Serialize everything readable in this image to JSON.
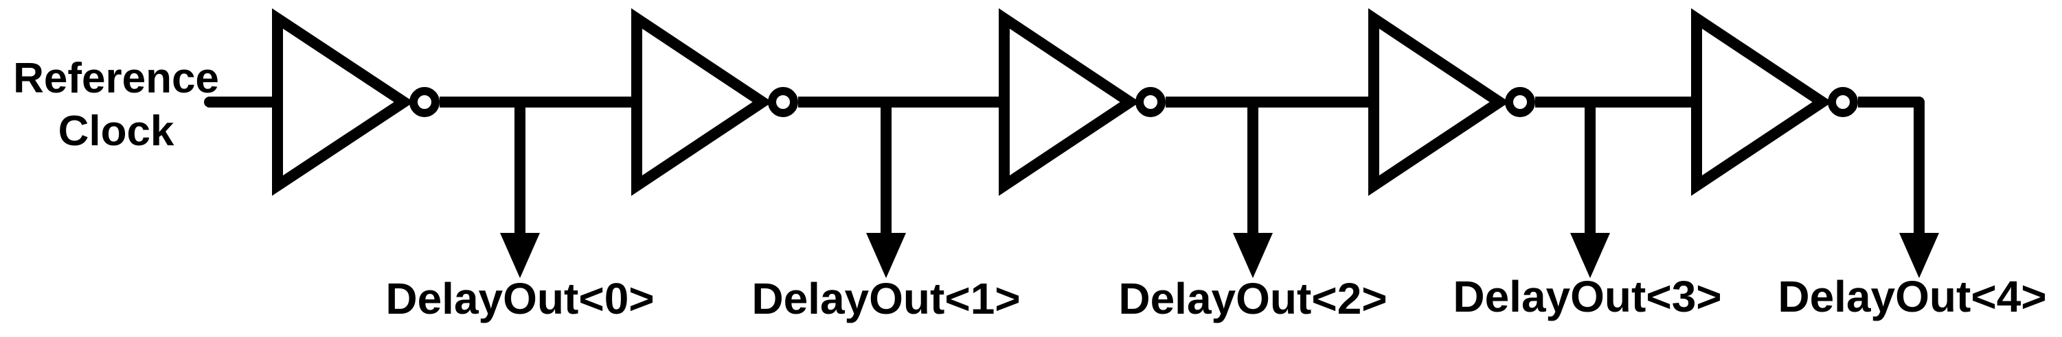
{
  "diagram": {
    "type": "inverter-delay-chain-schematic",
    "colors": {
      "ink": "#000000",
      "background": "#ffffff"
    },
    "input_label": {
      "line1": "Reference",
      "line2": "Clock"
    },
    "gate_symbol": "inverter-not-gate",
    "stage_count": 5,
    "stages": [
      {
        "gate": "inverter",
        "output_label": "DelayOut<0>"
      },
      {
        "gate": "inverter",
        "output_label": "DelayOut<1>"
      },
      {
        "gate": "inverter",
        "output_label": "DelayOut<2>"
      },
      {
        "gate": "inverter",
        "output_label": "DelayOut<3>"
      },
      {
        "gate": "inverter",
        "output_label": "DelayOut<4>"
      }
    ]
  }
}
